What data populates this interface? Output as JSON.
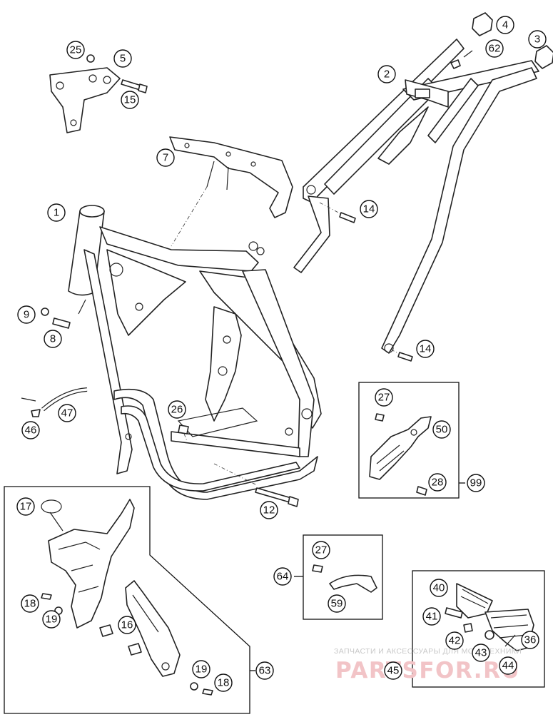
{
  "diagram": {
    "callouts": [
      "1",
      "2",
      "3",
      "4",
      "5",
      "7",
      "8",
      "9",
      "12",
      "14",
      "14",
      "15",
      "16",
      "17",
      "18",
      "18",
      "19",
      "19",
      "25",
      "26",
      "27",
      "27",
      "28",
      "36",
      "40",
      "41",
      "42",
      "43",
      "44",
      "45",
      "46",
      "47",
      "50",
      "59",
      "62",
      "63",
      "64",
      "99"
    ]
  },
  "watermark": {
    "line1": "ЗАПЧАСТИ И АКСЕССУАРЫ ДЛЯ МОТОТЕХНИКИ",
    "line2": "PARTSFOR.RU"
  }
}
